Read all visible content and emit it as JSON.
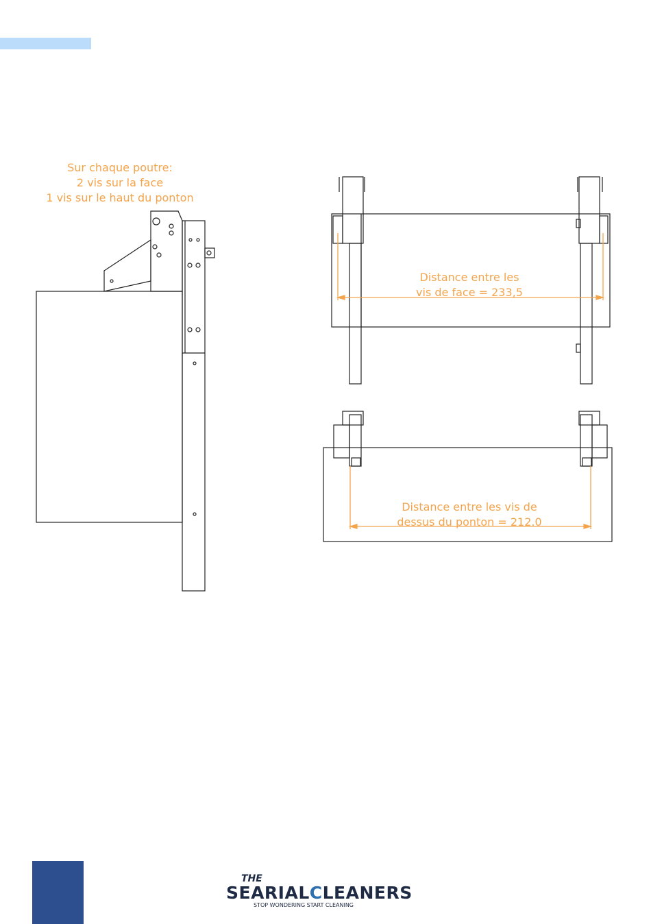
{
  "left_view": {
    "caption": [
      "Sur chaque poutre:",
      "2 vis sur la face",
      "1 vis sur le haut du ponton"
    ]
  },
  "front_view": {
    "caption": [
      "Distance entre les",
      "vis de face = 233,5"
    ]
  },
  "top_view": {
    "caption": [
      "Distance entre les vis de",
      "dessus du ponton = 212.0"
    ]
  },
  "logo": {
    "the": "THE",
    "main_part1": "SEARIAL",
    "main_part2": "LEANERS",
    "tagline": "STOP WONDERING START CLEANING"
  },
  "colors": {
    "accent_orange": "#f3a54d",
    "top_bar": "#bcdcfb",
    "bottom_block": "#2d4f8f",
    "logo_dark": "#1f2a44",
    "logo_blue": "#2e6fb0"
  }
}
